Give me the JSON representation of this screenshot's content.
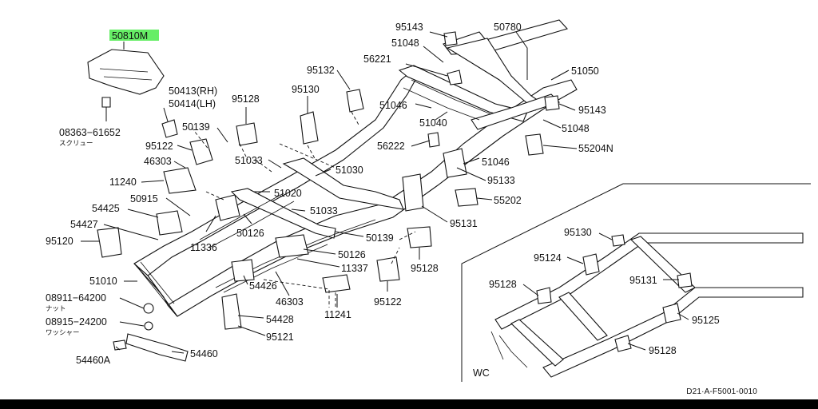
{
  "highlight_color": "#66ee66",
  "labels": {
    "p50810M": "50810M",
    "p50413": "50413(RH)",
    "p50414": "50414(LH)",
    "p08363": "08363−61652",
    "screw_jp": "スクリュー",
    "p95128a": "95128",
    "p50139a": "50139",
    "p95122a": "95122",
    "p46303a": "46303",
    "p11240": "11240",
    "p50915": "50915",
    "p54425": "54425",
    "p54427": "54427",
    "p95120": "95120",
    "p51010": "51010",
    "p08911": "08911−64200",
    "nut_jp": "ナット",
    "p08915": "08915−24200",
    "washer_jp": "ワッシャー",
    "p54460A": "54460A",
    "p54460": "54460",
    "p95132": "95132",
    "p95130a": "95130",
    "p51033a": "51033",
    "p51030": "51030",
    "p51020": "51020",
    "p11336": "11336",
    "p50126a": "50126",
    "p51033b": "51033",
    "p50139b": "50139",
    "p50126b": "50126",
    "p11337": "11337",
    "p54426": "54426",
    "p46303b": "46303",
    "p54428": "54428",
    "p95121": "95121",
    "p11241": "11241",
    "p95122b": "95122",
    "p95128b": "95128",
    "p95143a": "95143",
    "p51048a": "51048",
    "p56221": "56221",
    "p51046a": "51046",
    "p51040": "51040",
    "p56222": "56222",
    "p51046b": "51046",
    "p95133": "95133",
    "p55202": "55202",
    "p95131a": "95131",
    "p50780": "50780",
    "p51050": "51050",
    "p95143b": "95143",
    "p51048b": "51048",
    "p55204N": "55204N",
    "wc_95130": "95130",
    "wc_95124": "95124",
    "wc_95128a": "95128",
    "wc_95131": "95131",
    "wc_95125": "95125",
    "wc_95128b": "95128",
    "wc_tag": "WC",
    "drawing_code": "D21·A-F5001-0010"
  }
}
